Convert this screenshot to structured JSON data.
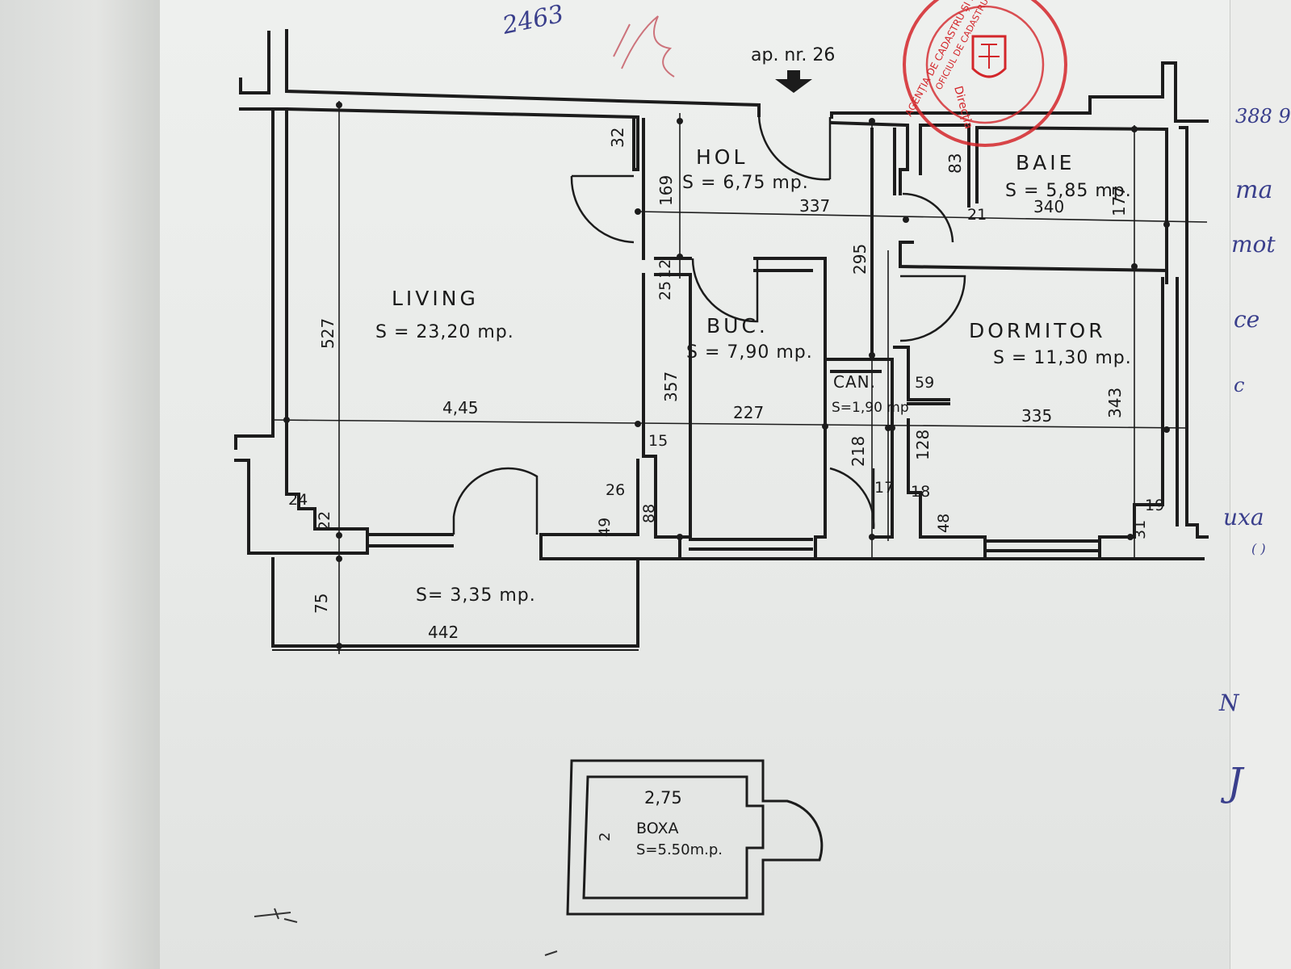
{
  "header": {
    "apartment_label": "ap. nr. 26"
  },
  "rooms": {
    "living": {
      "name": "LIVING",
      "area": "S = 23,20 mp."
    },
    "hol": {
      "name": "HOL",
      "area": "S = 6,75 mp."
    },
    "baie": {
      "name": "BAIE",
      "area": "S = 5,85 mp."
    },
    "buc": {
      "name": "BUC.",
      "area": "S = 7,90 mp."
    },
    "can": {
      "name": "CAN.",
      "area": "S=1,90 mp"
    },
    "dormitor": {
      "name": "DORMITOR",
      "area": "S = 11,30 mp."
    },
    "balcon": {
      "area": "S= 3,35 mp."
    },
    "boxa": {
      "name": "BOXA",
      "area": "S=5.50m.p.",
      "width": "2,75",
      "depth": "2"
    }
  },
  "dimensions": {
    "d32": "32",
    "d169": "169",
    "d337": "337",
    "d83": "83",
    "d340": "340",
    "d177": "177",
    "d21": "21",
    "d295": "295",
    "d527": "527",
    "d445": "4,45",
    "d227": "227",
    "d335": "335",
    "d343": "343",
    "d357": "357",
    "d15": "15",
    "d12": "12",
    "d25": "25",
    "d59": "59",
    "d218": "218",
    "d128": "128",
    "d17": "17",
    "d18": "18",
    "d48": "48",
    "d26": "26",
    "d88": "88",
    "d49": "49",
    "d24": "24",
    "d22": "22",
    "d19": "19",
    "d31": "31",
    "d75": "75",
    "d442": "442"
  },
  "stamp": {
    "outer_text": "AGENȚIA DE CADASTRU ȘI PUBLICITATE IMOBILIARĂ",
    "inner_text": "OFICIUL DE CADASTRU ... BUCUREȘTI",
    "center_text": "Direcția"
  },
  "handwriting": {
    "top_number": "2463",
    "right_margin_1": "388 9",
    "right_margin_2": "ma",
    "right_margin_3": "mot",
    "right_margin_4": "ce",
    "right_margin_5": "c",
    "right_margin_6": "uxa",
    "right_margin_7": "( )",
    "right_margin_8": "N",
    "right_margin_9": "J"
  },
  "colors": {
    "ink": "#1a1a1a",
    "stamp": "#d3262a",
    "pen": "#3a3f8c"
  }
}
